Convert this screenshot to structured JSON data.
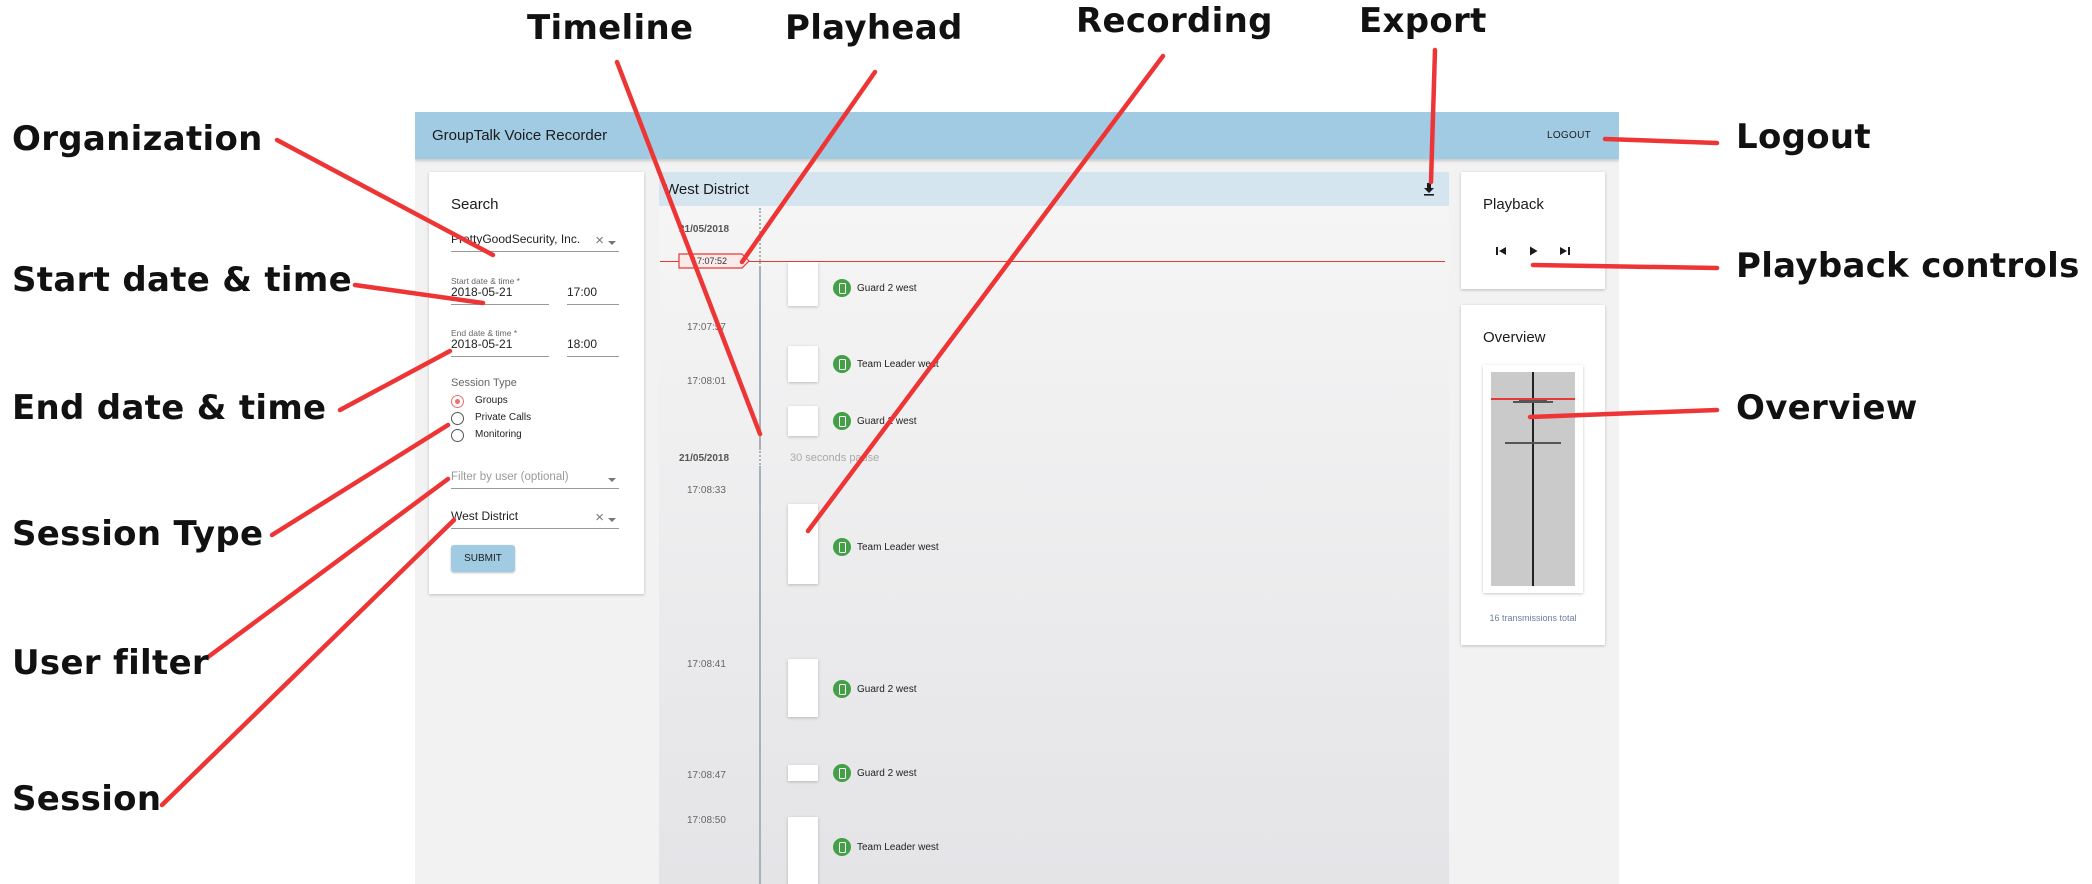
{
  "app": {
    "title": "GroupTalk Voice Recorder",
    "logout_label": "LOGOUT"
  },
  "search": {
    "title": "Search",
    "organization": "PrettyGoodSecurity, Inc.",
    "start_label": "Start date & time *",
    "start_date": "2018-05-21",
    "start_time": "17:00",
    "end_label": "End date & time *",
    "end_date": "2018-05-21",
    "end_time": "18:00",
    "session_type_label": "Session Type",
    "session_types": [
      {
        "label": "Groups",
        "selected": true
      },
      {
        "label": "Private Calls",
        "selected": false
      },
      {
        "label": "Monitoring",
        "selected": false
      }
    ],
    "user_filter_placeholder": "Filter by user (optional)",
    "session": "West District",
    "submit_label": "SUBMIT"
  },
  "timeline": {
    "session_name": "West District",
    "export_icon": "download-icon",
    "date_1": "21/05/2018",
    "playhead_time": "17:07:52",
    "date_2": "21/05/2018",
    "pause_text": "30 seconds pause",
    "recordings": [
      {
        "time": "",
        "user": "Guard 2 west"
      },
      {
        "time": "17:07:57",
        "user": "Team Leader west"
      },
      {
        "time": "17:08:01",
        "user": "Guard 2 west"
      },
      {
        "time": "17:08:33",
        "user": "Team Leader west"
      },
      {
        "time": "17:08:41",
        "user": "Guard 2 west"
      },
      {
        "time": "17:08:47",
        "user": "Guard 2 west"
      },
      {
        "time": "17:08:50",
        "user": "Team Leader west"
      }
    ]
  },
  "playback": {
    "title": "Playback",
    "controls": [
      "skip-previous-icon",
      "play-icon",
      "skip-next-icon"
    ]
  },
  "overview": {
    "title": "Overview",
    "total_text": "16 transmissions total"
  },
  "annotations": {
    "timeline": "Timeline",
    "playhead": "Playhead",
    "recording": "Recording",
    "export": "Export",
    "organization": "Organization",
    "logout": "Logout",
    "start": "Start date & time",
    "playback_controls": "Playback controls",
    "end": "End date & time",
    "overview": "Overview",
    "session_type": "Session Type",
    "user_filter": "User filter",
    "session": "Session"
  },
  "colors": {
    "appbar": "#a1cbe3",
    "session_header": "#d4e5ef",
    "accent_red": "#e53935",
    "user_green": "#43a047"
  }
}
